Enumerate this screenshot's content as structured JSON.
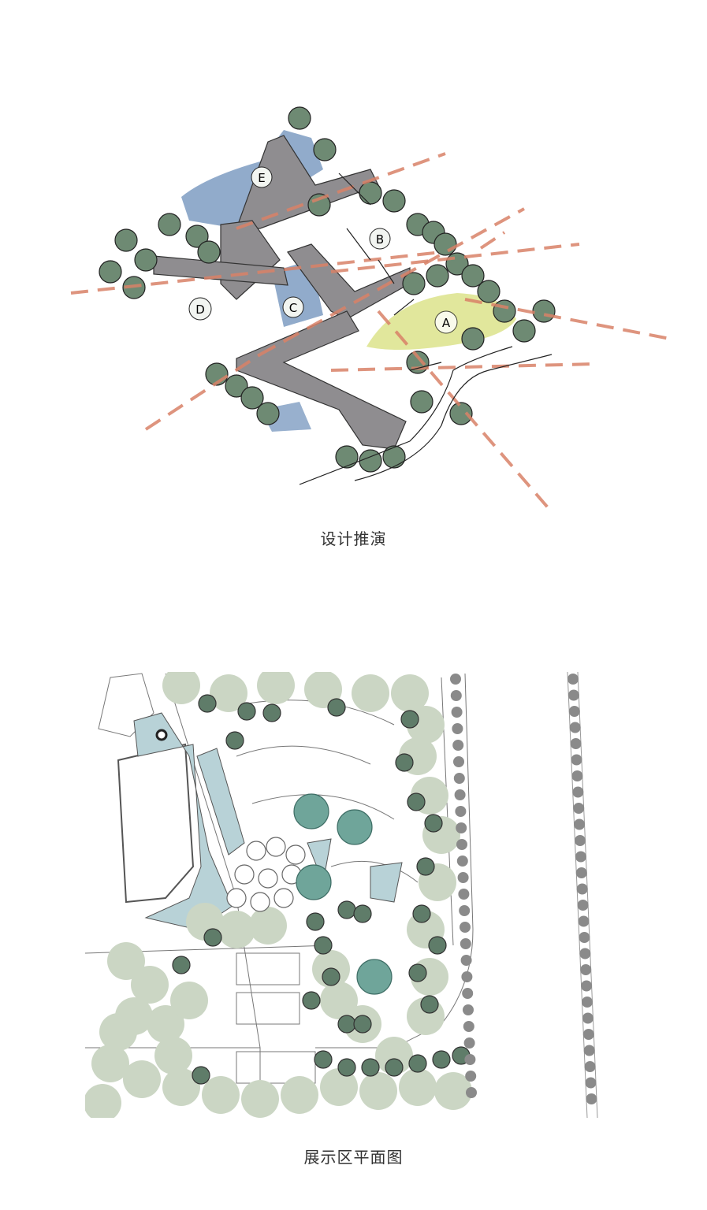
{
  "figures": [
    {
      "caption": "设计推演",
      "zone_labels": [
        "A",
        "B",
        "C",
        "D",
        "E"
      ]
    },
    {
      "caption": "展示区平面图"
    }
  ],
  "colors": {
    "building_gray": "#8f8d90",
    "water_blue": "#7e9cc2",
    "lawn_yellow": "#e1e79c",
    "axis_red": "#d98268",
    "tree_green": "#6e8a73",
    "plan_tree": "#cbd6c4",
    "plan_tree_dark": "#5f7c69",
    "plan_building": "#b8d2d7",
    "street_tree": "#8a8a8a"
  }
}
